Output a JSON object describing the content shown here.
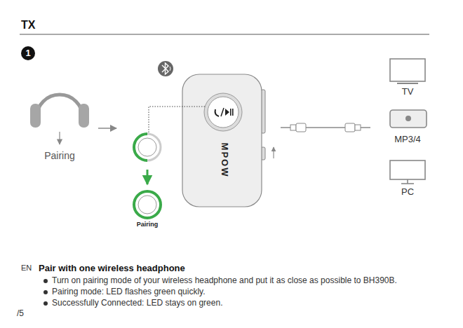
{
  "diagram": {
    "title": "TX",
    "nodes": [
      {
        "text": [
          "Pairing"
        ]
      },
      {
        "text": [
          "MPOW"
        ]
      },
      {
        "text": [
          "Pairing"
        ]
      },
      {
        "text": [
          "TV"
        ]
      },
      {
        "text": [
          "MP3/4"
        ]
      },
      {
        "text": [
          "PC"
        ]
      }
    ],
    "labels": [
      "1",
      "EN",
      "Pair with one wireless headphone",
      "Turn on pairing mode of your wireless headphone and put it as close as possible to BH390B.",
      "Pairing mode: LED flashes green quickly.",
      "Successfully Connected: LED stays on green.",
      "/5"
    ]
  }
}
